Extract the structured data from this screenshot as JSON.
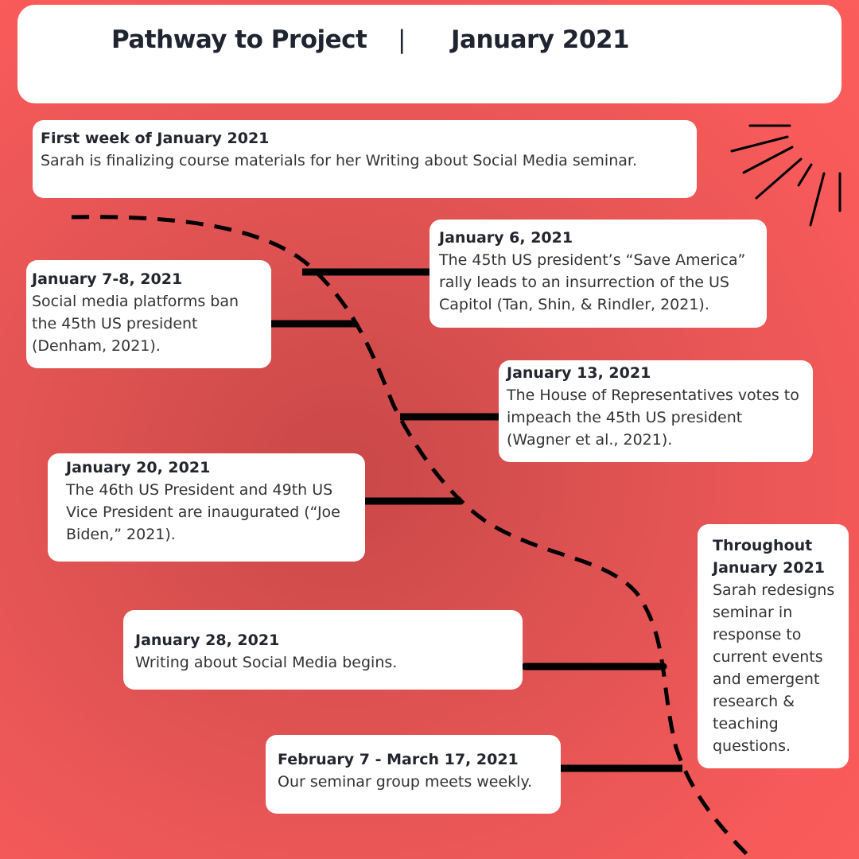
{
  "header": {
    "title": "Pathway to Project",
    "separator": "|",
    "date": "January 2021"
  },
  "events": [
    {
      "date": "First week of January 2021",
      "description": "Sarah is finalizing course materials for her Writing about Social Media seminar."
    },
    {
      "date": "January 6, 2021",
      "description": "The 45th US president’s “Save America” rally leads to an insurrection of the US Capitol (Tan, Shin, & Rindler, 2021)."
    },
    {
      "date": "January 7-8, 2021",
      "description": "Social media platforms ban the 45th US president (Denham, 2021)."
    },
    {
      "date": "January 13, 2021",
      "description": "The House of Representatives votes to impeach the 45th US president (Wagner et al., 2021)."
    },
    {
      "date": "January 20, 2021",
      "description": "The 46th US President and 49th US Vice President are inaugurated (“Joe Biden,” 2021)."
    },
    {
      "date": "January 28, 2021",
      "description": "Writing about Social Media begins."
    },
    {
      "date": "February 7 - March 17, 2021",
      "description": "Our seminar group meets weekly."
    },
    {
      "date": "Throughout January 2021",
      "description": "Sarah redesigns seminar in response to current events and emergent research & teaching questions."
    }
  ],
  "colors": {
    "background": "#f85a5a",
    "card": "#ffffff",
    "timeline": "#000000",
    "text": "#2a2a2a"
  }
}
